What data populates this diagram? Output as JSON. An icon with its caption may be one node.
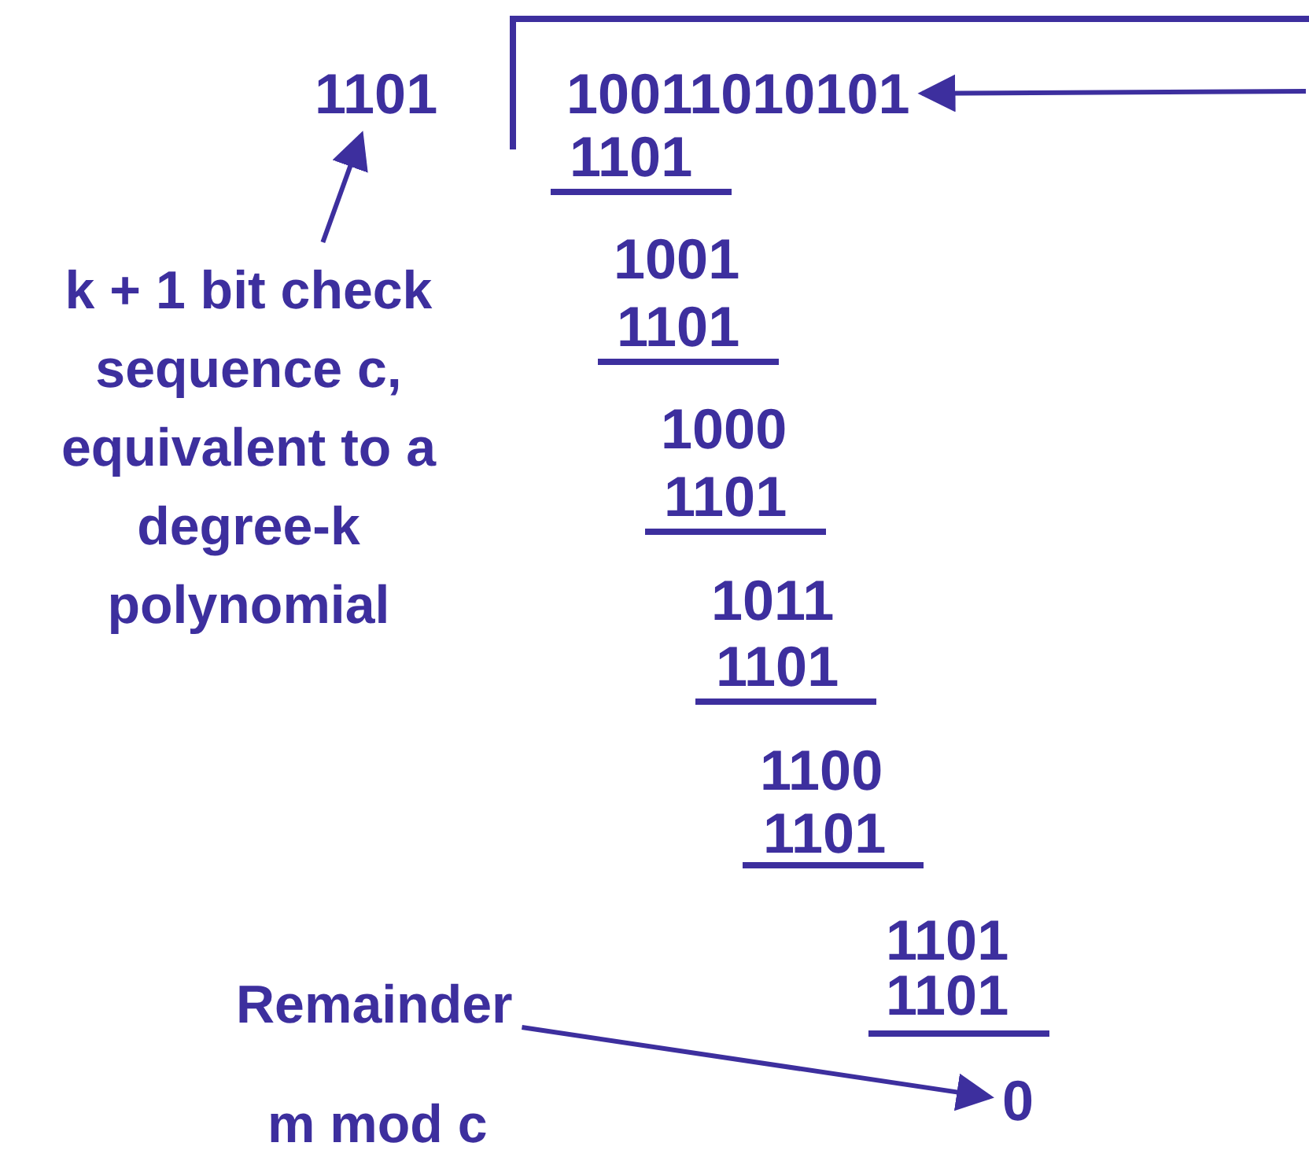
{
  "diagram": {
    "nodes": [
      {
        "text": [
          "1101"
        ]
      },
      {
        "text": [
          "10011010101"
        ]
      },
      {
        "text": [
          "k + 1 bit check sequence c, equivalent to a degree-k polynomial"
        ]
      },
      {
        "text": [
          "Remainder"
        ],
        "beside": [
          "m mod c"
        ]
      },
      {
        "text": [
          "0"
        ]
      }
    ],
    "edges": [
      {
        "from": 2,
        "to": 0,
        "arrow": "to"
      },
      {
        "from": null,
        "to": 1,
        "arrow": "to"
      },
      {
        "from": 3,
        "to": 4,
        "arrow": "to"
      }
    ],
    "labels": [
      "1101",
      "1001",
      "1101",
      "1000",
      "1101",
      "1011",
      "1101",
      "1100",
      "1101",
      "1101",
      "1101"
    ]
  }
}
